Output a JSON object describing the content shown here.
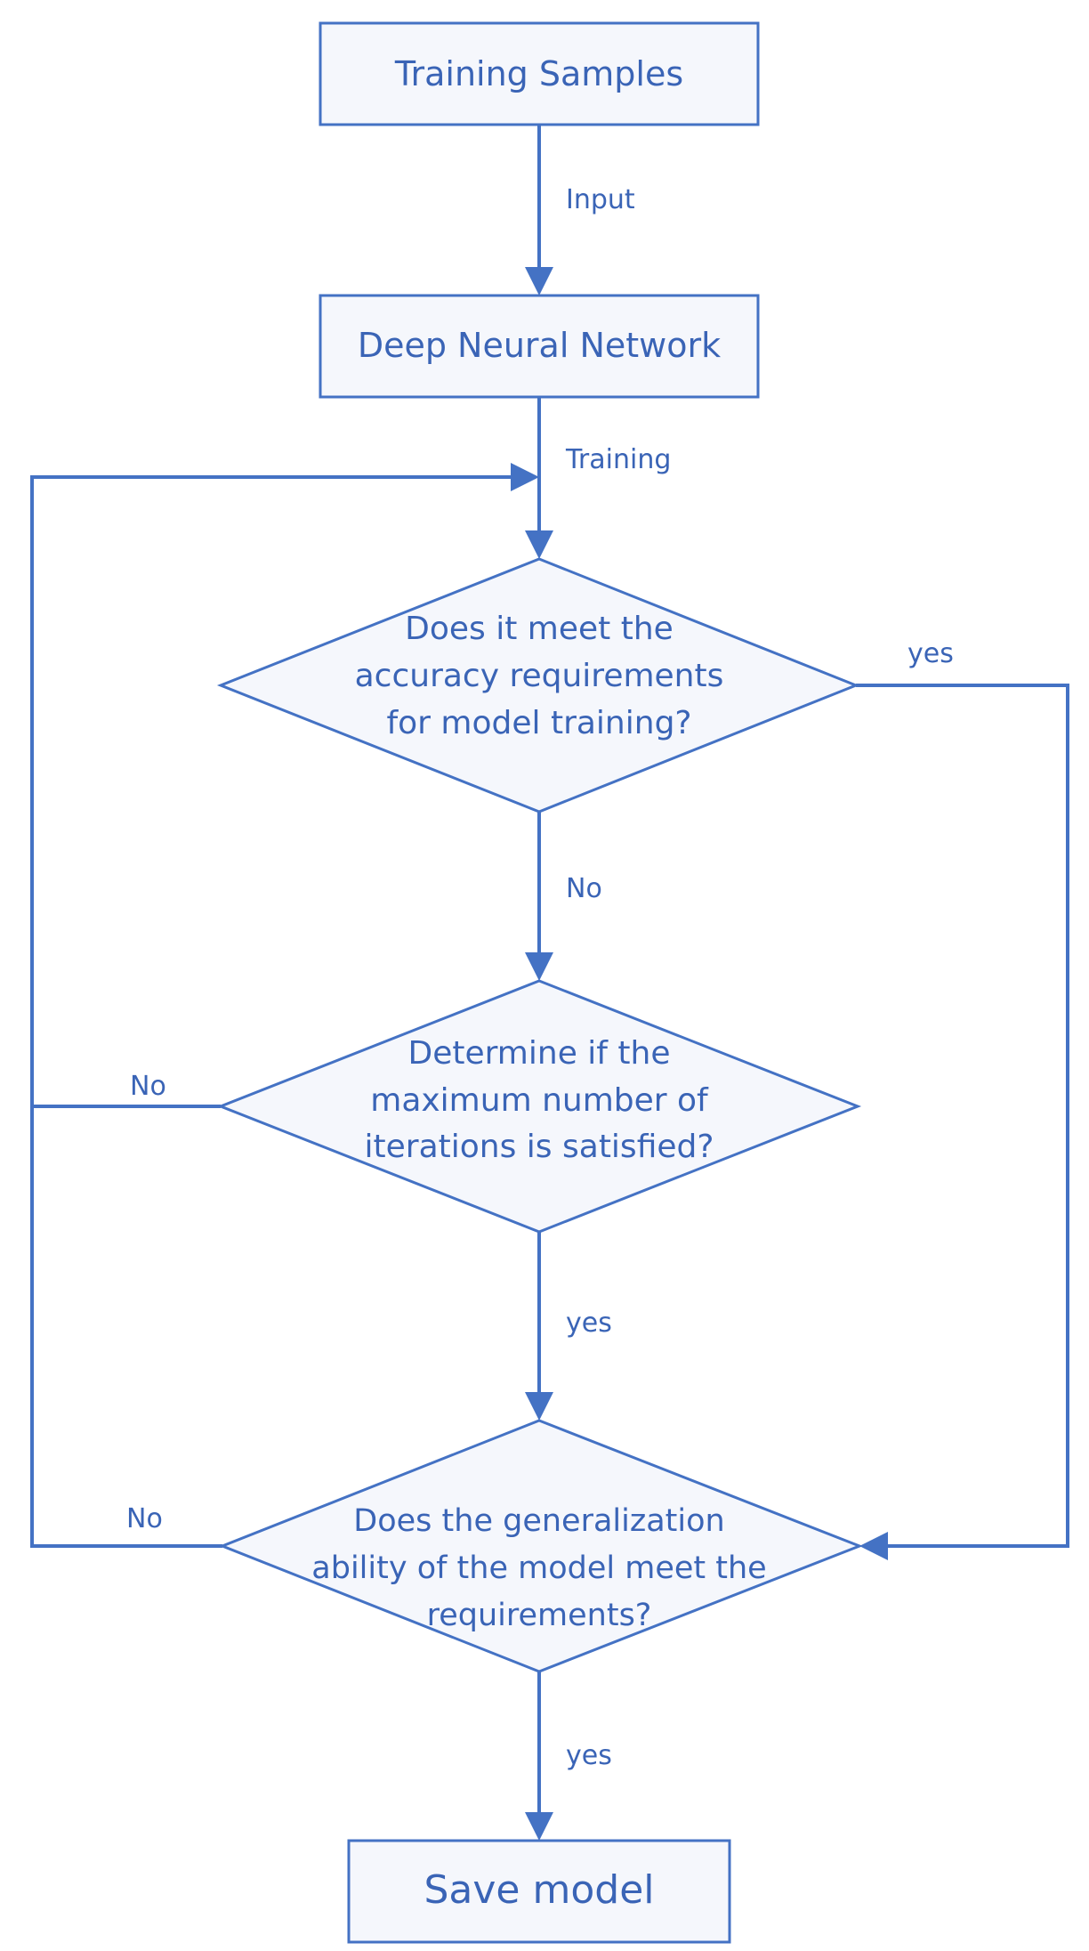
{
  "nodes": {
    "training_samples": {
      "label": "Training Samples"
    },
    "deep_neural_network": {
      "label": "Deep Neural Network"
    },
    "accuracy_check": {
      "lines": [
        "Does it meet the",
        "accuracy requirements",
        "for model training?"
      ]
    },
    "iterations_check": {
      "lines": [
        "Determine if the",
        "maximum number of",
        "iterations is satisfied?"
      ]
    },
    "generalization_check": {
      "lines": [
        "Does the generalization",
        "ability of the model meet the",
        "requirements?"
      ]
    },
    "save_model": {
      "label": "Save model"
    }
  },
  "edges": {
    "input": "Input",
    "training": "Training",
    "accuracy_yes": "yes",
    "accuracy_no": "No",
    "iterations_no": "No",
    "iterations_yes": "yes",
    "generalization_no": "No",
    "generalization_yes": "yes"
  },
  "colors": {
    "stroke": "#4472c4",
    "text": "#3a64b6",
    "fill": "#f5f7fc"
  }
}
